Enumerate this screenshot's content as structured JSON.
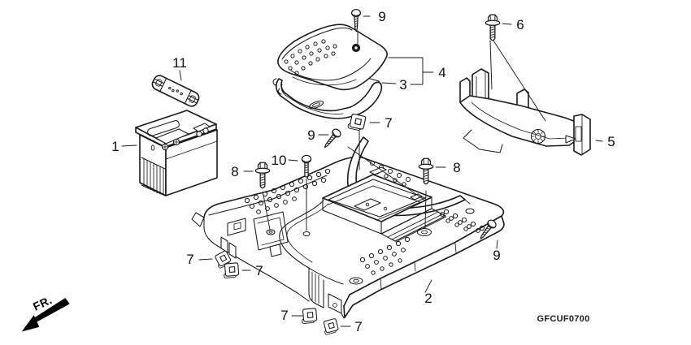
{
  "colors": {
    "background": "#ffffff",
    "line": "#1a1a1a"
  },
  "diagram": {
    "code": "GFCUF0700",
    "fr": "FR.",
    "callouts": [
      {
        "label": "9"
      },
      {
        "label": "6"
      },
      {
        "label": "11"
      },
      {
        "label": "4"
      },
      {
        "label": "3"
      },
      {
        "label": "7"
      },
      {
        "label": "9"
      },
      {
        "label": "1"
      },
      {
        "label": "10"
      },
      {
        "label": "8"
      },
      {
        "label": "8"
      },
      {
        "label": "5"
      },
      {
        "label": "9"
      },
      {
        "label": "7"
      },
      {
        "label": "7"
      },
      {
        "label": "2"
      },
      {
        "label": "7"
      },
      {
        "label": "7"
      }
    ]
  }
}
